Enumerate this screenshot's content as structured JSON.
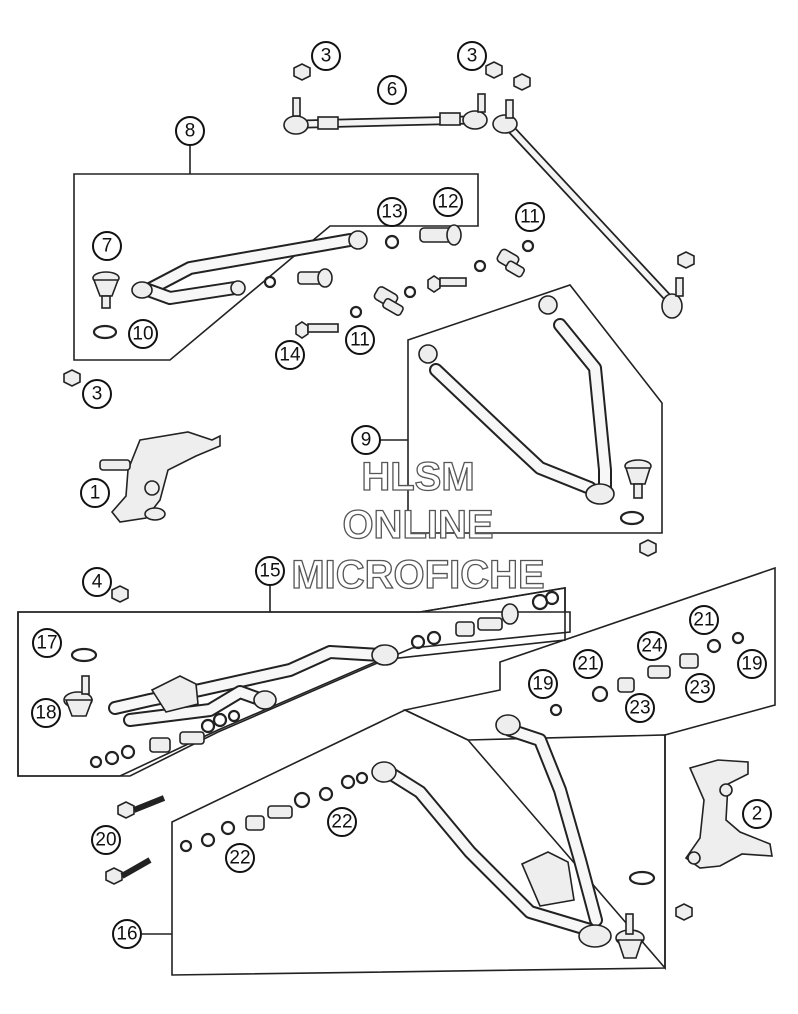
{
  "callouts": [
    {
      "id": "3a",
      "label": "3"
    },
    {
      "id": "3b",
      "label": "3"
    },
    {
      "id": "6",
      "label": "6"
    },
    {
      "id": "8",
      "label": "8"
    },
    {
      "id": "13",
      "label": "13"
    },
    {
      "id": "12",
      "label": "12"
    },
    {
      "id": "11a",
      "label": "11"
    },
    {
      "id": "7",
      "label": "7"
    },
    {
      "id": "10",
      "label": "10"
    },
    {
      "id": "14",
      "label": "14"
    },
    {
      "id": "11b",
      "label": "11"
    },
    {
      "id": "3c",
      "label": "3"
    },
    {
      "id": "9",
      "label": "9"
    },
    {
      "id": "1",
      "label": "1"
    },
    {
      "id": "4",
      "label": "4"
    },
    {
      "id": "15",
      "label": "15"
    },
    {
      "id": "17",
      "label": "17"
    },
    {
      "id": "18",
      "label": "18"
    },
    {
      "id": "21a",
      "label": "21"
    },
    {
      "id": "24",
      "label": "24"
    },
    {
      "id": "21b",
      "label": "21"
    },
    {
      "id": "19a",
      "label": "19"
    },
    {
      "id": "19b",
      "label": "19"
    },
    {
      "id": "23a",
      "label": "23"
    },
    {
      "id": "23b",
      "label": "23"
    },
    {
      "id": "2",
      "label": "2"
    },
    {
      "id": "20",
      "label": "20"
    },
    {
      "id": "22a",
      "label": "22"
    },
    {
      "id": "22b",
      "label": "22"
    },
    {
      "id": "16",
      "label": "16"
    }
  ],
  "watermark": {
    "line1": "HLSM",
    "line2": "ONLINE",
    "line3": "MICROFICHE"
  }
}
